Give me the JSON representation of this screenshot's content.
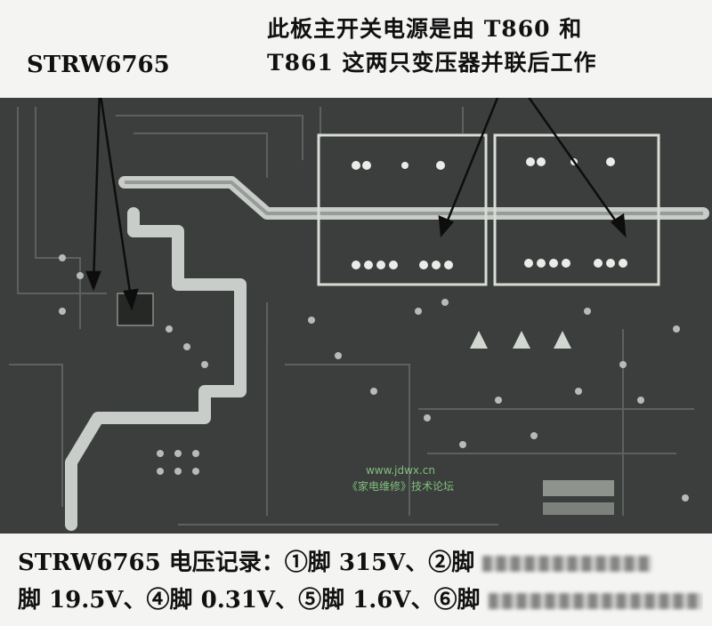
{
  "captions": {
    "top_line1": "此板主开关电源是由 T860 和",
    "top_line2": "T861 这两只变压器并联后工作",
    "chip_label": "STRW6765",
    "bottom_line1": "STRW6765 电压记录：①脚 315V、②脚",
    "bottom_line2": "脚 19.5V、④脚 0.31V、⑤脚 1.6V、⑥脚"
  },
  "watermark": {
    "url": "www.jdwx.cn",
    "forum": "《家电维修》技术论坛"
  },
  "colors": {
    "board": "#3b3e3c",
    "trace": "#c9cdc9",
    "pad": "#e9ece8",
    "outline": "#d8ddd6"
  }
}
